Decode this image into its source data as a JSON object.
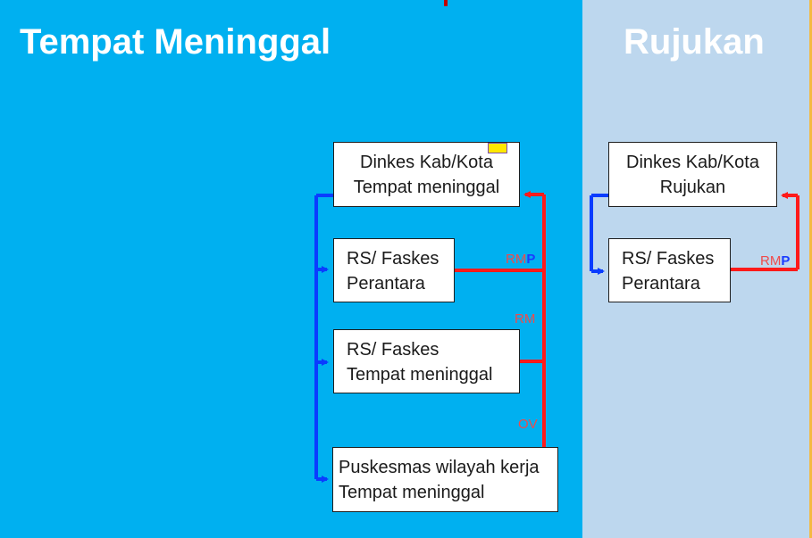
{
  "colors": {
    "left_panel": "#00b0f0",
    "right_panel": "#bdd7ee",
    "red_arrow": "#ff1a1a",
    "blue_arrow": "#0a3cff"
  },
  "panels": {
    "left_title": "Tempat Meninggal",
    "right_title": "Rujukan"
  },
  "boxes": {
    "dinkes_tm": {
      "line1": "Dinkes Kab/Kota",
      "line2": "Tempat meninggal"
    },
    "rs_perantara_tm": {
      "line1": "RS/ Faskes",
      "line2": "Perantara"
    },
    "rs_tempat_meninggal": {
      "line1": "RS/ Faskes",
      "line2": "Tempat meninggal"
    },
    "puskesmas": {
      "line1": "Puskesmas wilayah kerja",
      "line2": "Tempat meninggal"
    },
    "dinkes_rujukan": {
      "line1": "Dinkes Kab/Kota",
      "line2": "Rujukan"
    },
    "rs_perantara_rujukan": {
      "line1": "RS/ Faskes",
      "line2": "Perantara"
    }
  },
  "labels": {
    "rmp_left": {
      "rm": "RM",
      "p": "P"
    },
    "rm_mid": "RM",
    "ov": "OV",
    "rmp_right": {
      "rm": "RM",
      "p": "P"
    }
  },
  "icons": [
    "note-icon"
  ]
}
